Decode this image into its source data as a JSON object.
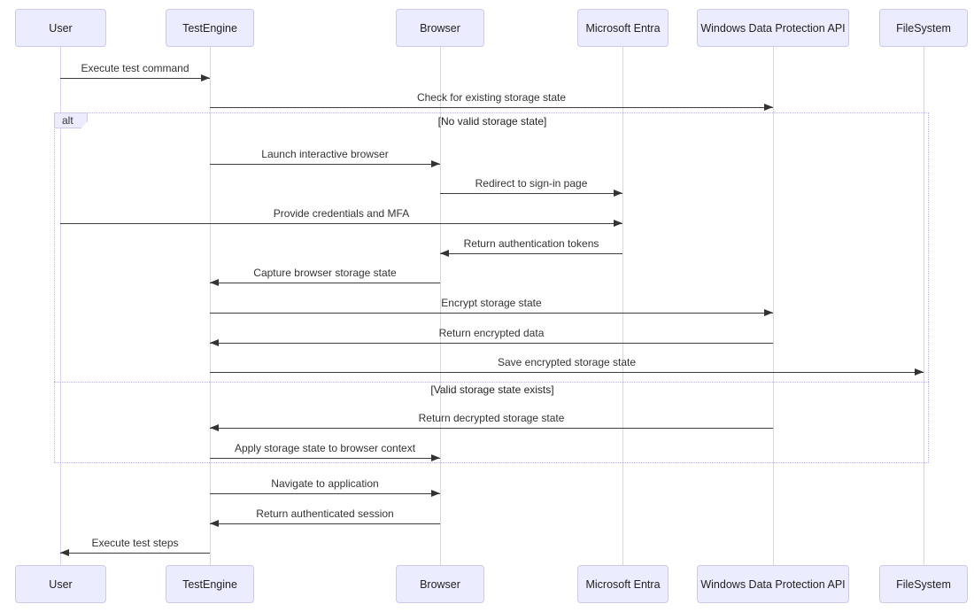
{
  "diagram": {
    "type": "sequence-diagram",
    "actors": [
      {
        "id": "user",
        "label": "User"
      },
      {
        "id": "testengine",
        "label": "TestEngine"
      },
      {
        "id": "browser",
        "label": "Browser"
      },
      {
        "id": "entra",
        "label": "Microsoft Entra"
      },
      {
        "id": "wdpapi",
        "label": "Windows Data Protection API"
      },
      {
        "id": "filesystem",
        "label": "FileSystem"
      }
    ],
    "messages": [
      {
        "from": "User",
        "to": "TestEngine",
        "label": "Execute test command"
      },
      {
        "from": "TestEngine",
        "to": "Windows Data Protection API",
        "label": "Check for existing storage state"
      },
      {
        "from": "TestEngine",
        "to": "Browser",
        "label": "Launch interactive browser"
      },
      {
        "from": "Browser",
        "to": "Microsoft Entra",
        "label": "Redirect to sign-in page"
      },
      {
        "from": "User",
        "to": "Microsoft Entra",
        "label": "Provide credentials and MFA"
      },
      {
        "from": "Microsoft Entra",
        "to": "Browser",
        "label": "Return authentication tokens"
      },
      {
        "from": "Browser",
        "to": "TestEngine",
        "label": "Capture browser storage state"
      },
      {
        "from": "TestEngine",
        "to": "Windows Data Protection API",
        "label": "Encrypt storage state"
      },
      {
        "from": "Windows Data Protection API",
        "to": "TestEngine",
        "label": "Return encrypted data"
      },
      {
        "from": "TestEngine",
        "to": "FileSystem",
        "label": "Save encrypted storage state"
      },
      {
        "from": "Windows Data Protection API",
        "to": "TestEngine",
        "label": "Return decrypted storage state"
      },
      {
        "from": "TestEngine",
        "to": "Browser",
        "label": "Apply storage state to browser context"
      },
      {
        "from": "TestEngine",
        "to": "Browser",
        "label": "Navigate to application"
      },
      {
        "from": "Browser",
        "to": "TestEngine",
        "label": "Return authenticated session"
      },
      {
        "from": "TestEngine",
        "to": "User",
        "label": "Execute test steps"
      }
    ],
    "alt_block": {
      "operator": "alt",
      "conditions": [
        "[No valid storage state]",
        "[Valid storage state exists]"
      ]
    },
    "colors": {
      "actor_fill": "#ECECFF",
      "actor_border": "#CDC9E8",
      "lifeline": "#D9D3EE",
      "arrow": "#333333",
      "frame_border": "#BAB4E6",
      "text": "#333333",
      "background": "#FFFFFF"
    }
  }
}
